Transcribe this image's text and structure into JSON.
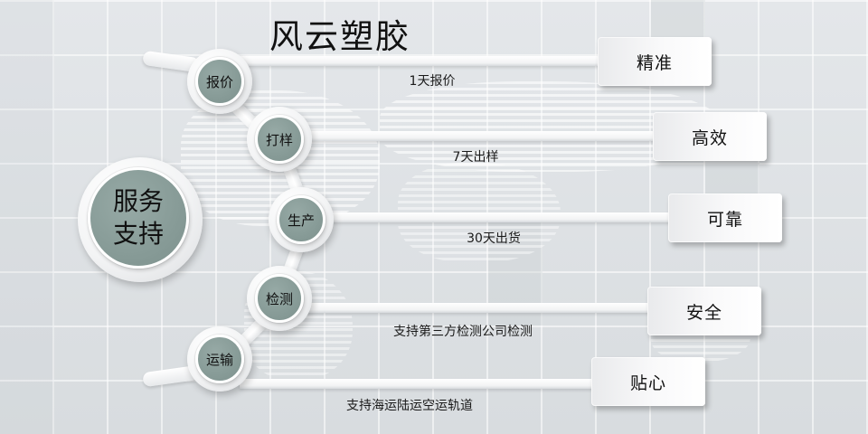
{
  "title": "风云塑胶",
  "center_node": {
    "line1": "服务",
    "line2": "支持"
  },
  "steps": [
    {
      "node_label": "报价",
      "detail": "1天报价",
      "badge": "精准"
    },
    {
      "node_label": "打样",
      "detail": "7天出样",
      "badge": "高效"
    },
    {
      "node_label": "生产",
      "detail": "30天出货",
      "badge": "可靠"
    },
    {
      "node_label": "检测",
      "detail": "支持第三方检测公司检测",
      "badge": "安全"
    },
    {
      "node_label": "运输",
      "detail": "支持海运陆运空运轨道",
      "badge": "贴心"
    }
  ],
  "colors": {
    "background": "#dfe2e5",
    "node_fill": "#879b97",
    "node_ring": "#ffffff",
    "text": "#111111"
  }
}
